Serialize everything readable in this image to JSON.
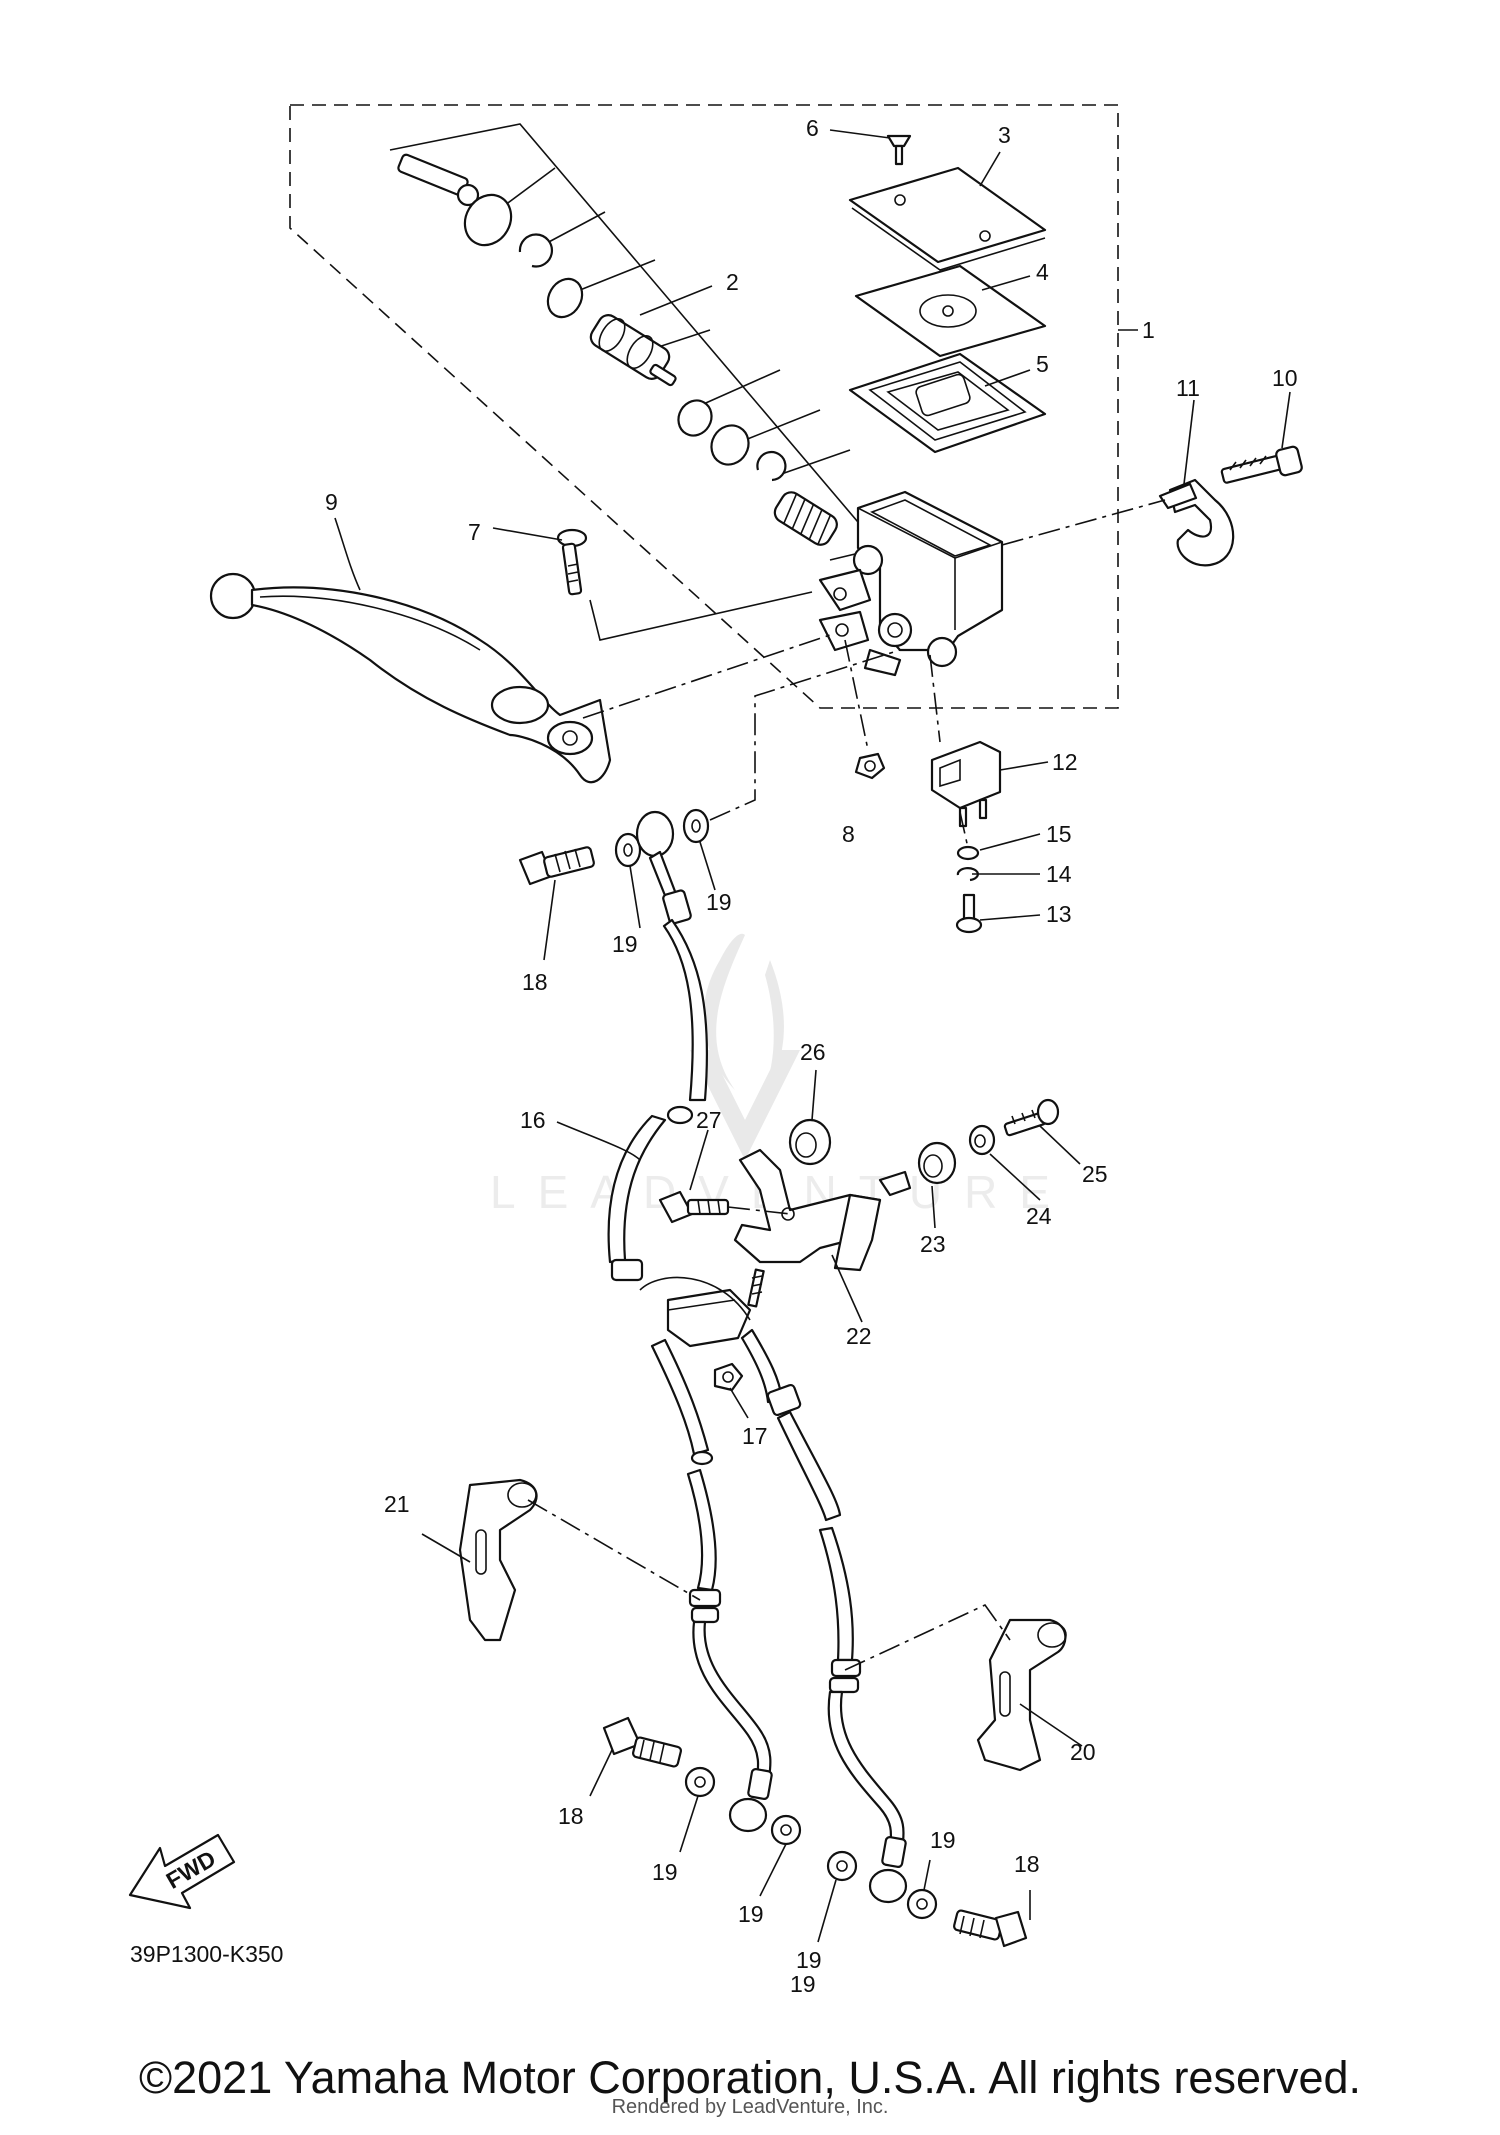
{
  "diagram": {
    "callouts": [
      "1",
      "2",
      "3",
      "4",
      "5",
      "6",
      "7",
      "8",
      "9",
      "10",
      "11",
      "12",
      "13",
      "14",
      "15",
      "16",
      "17",
      "18",
      "18",
      "18",
      "19",
      "19",
      "19",
      "19",
      "19",
      "19",
      "19",
      "20",
      "21",
      "22",
      "23",
      "24",
      "25",
      "26",
      "27"
    ],
    "direction_label": "FWD",
    "drawing_code": "39P1300-K350",
    "watermark": "LEADVENTURE"
  },
  "footer": {
    "copyright": "©2021 Yamaha Motor Corporation, U.S.A. All rights reserved.",
    "rendered_by": "Rendered by LeadVenture, Inc."
  }
}
